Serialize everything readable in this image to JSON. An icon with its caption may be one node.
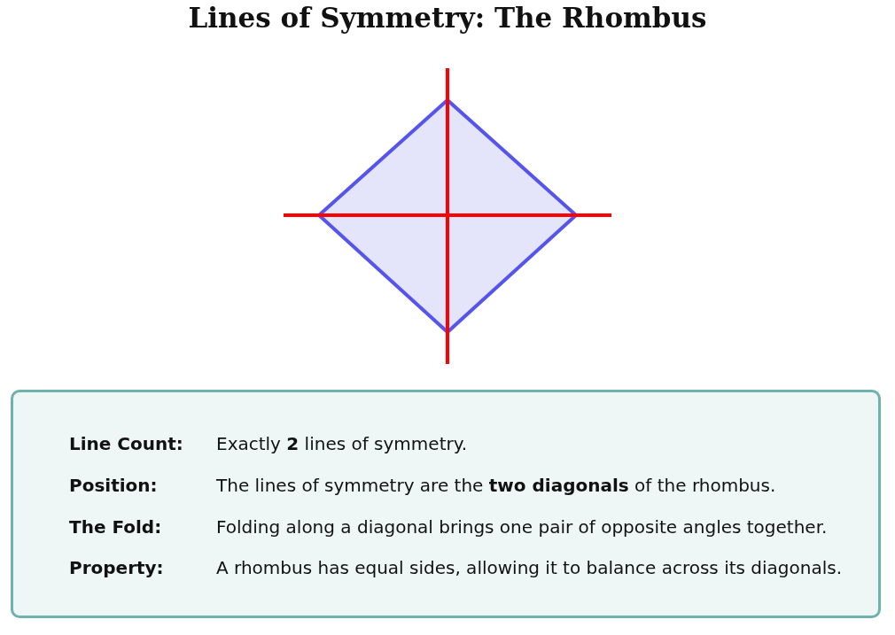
{
  "diagram": {
    "title": "Lines of Symmetry: The Rhombus",
    "nodes": [
      {
        "text": [
          "Line Count:",
          "Exactly **2** lines of symmetry.",
          "Position:",
          "The lines of symmetry are the **two diagonals** of the rhombus.",
          "The Fold:",
          "Folding along a diagonal brings one pair of opposite angles together.",
          "Property:",
          "A rhombus has equal sides, allowing it to balance across its diagonals."
        ]
      }
    ],
    "edges": []
  }
}
